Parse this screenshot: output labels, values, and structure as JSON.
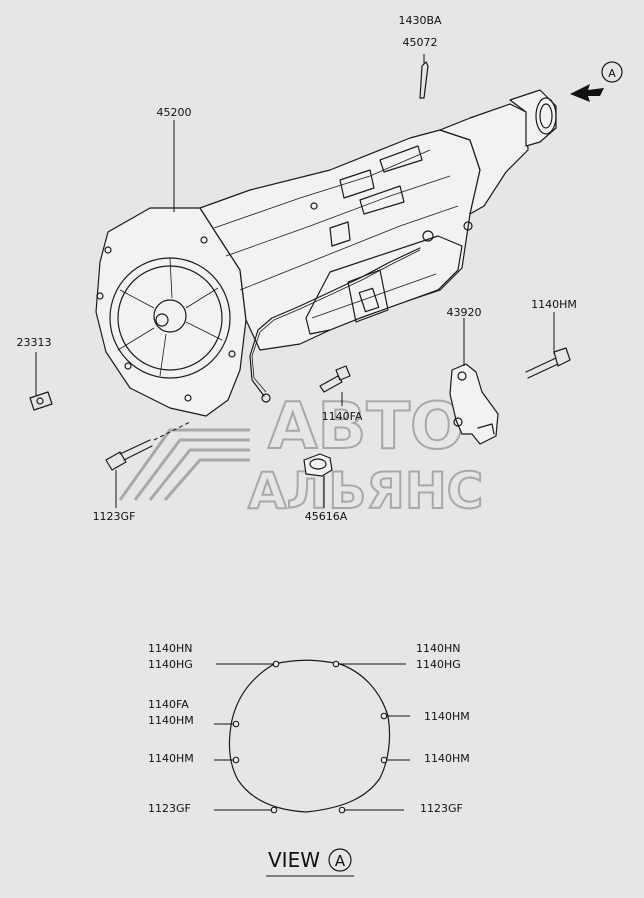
{
  "watermark": {
    "line1": "АВТО",
    "line2": "АЛЬЯНС"
  },
  "top_labels": {
    "p1430BA": "1430BA",
    "p45072": "45072",
    "p45200": "45200",
    "p23313": "23313",
    "p43920": "43920",
    "p1140HM": "1140HM",
    "p1140FA": "1140FA",
    "p1123GF": "1123GF",
    "p45616A": "45616A"
  },
  "view_marker": "A",
  "view_caption": {
    "word": "VIEW",
    "letter": "A"
  },
  "bolt_pattern_labels": {
    "left_top_1": "1140HN",
    "left_top_2": "1140HG",
    "left_mid_1": "1140FA",
    "left_mid_2": "1140HM",
    "left_low": "1140HM",
    "left_bottom": "1123GF",
    "right_top_1": "1140HN",
    "right_top_2": "1140HG",
    "right_mid": "1140HM",
    "right_low": "1140HM",
    "right_bottom": "1123GF"
  }
}
